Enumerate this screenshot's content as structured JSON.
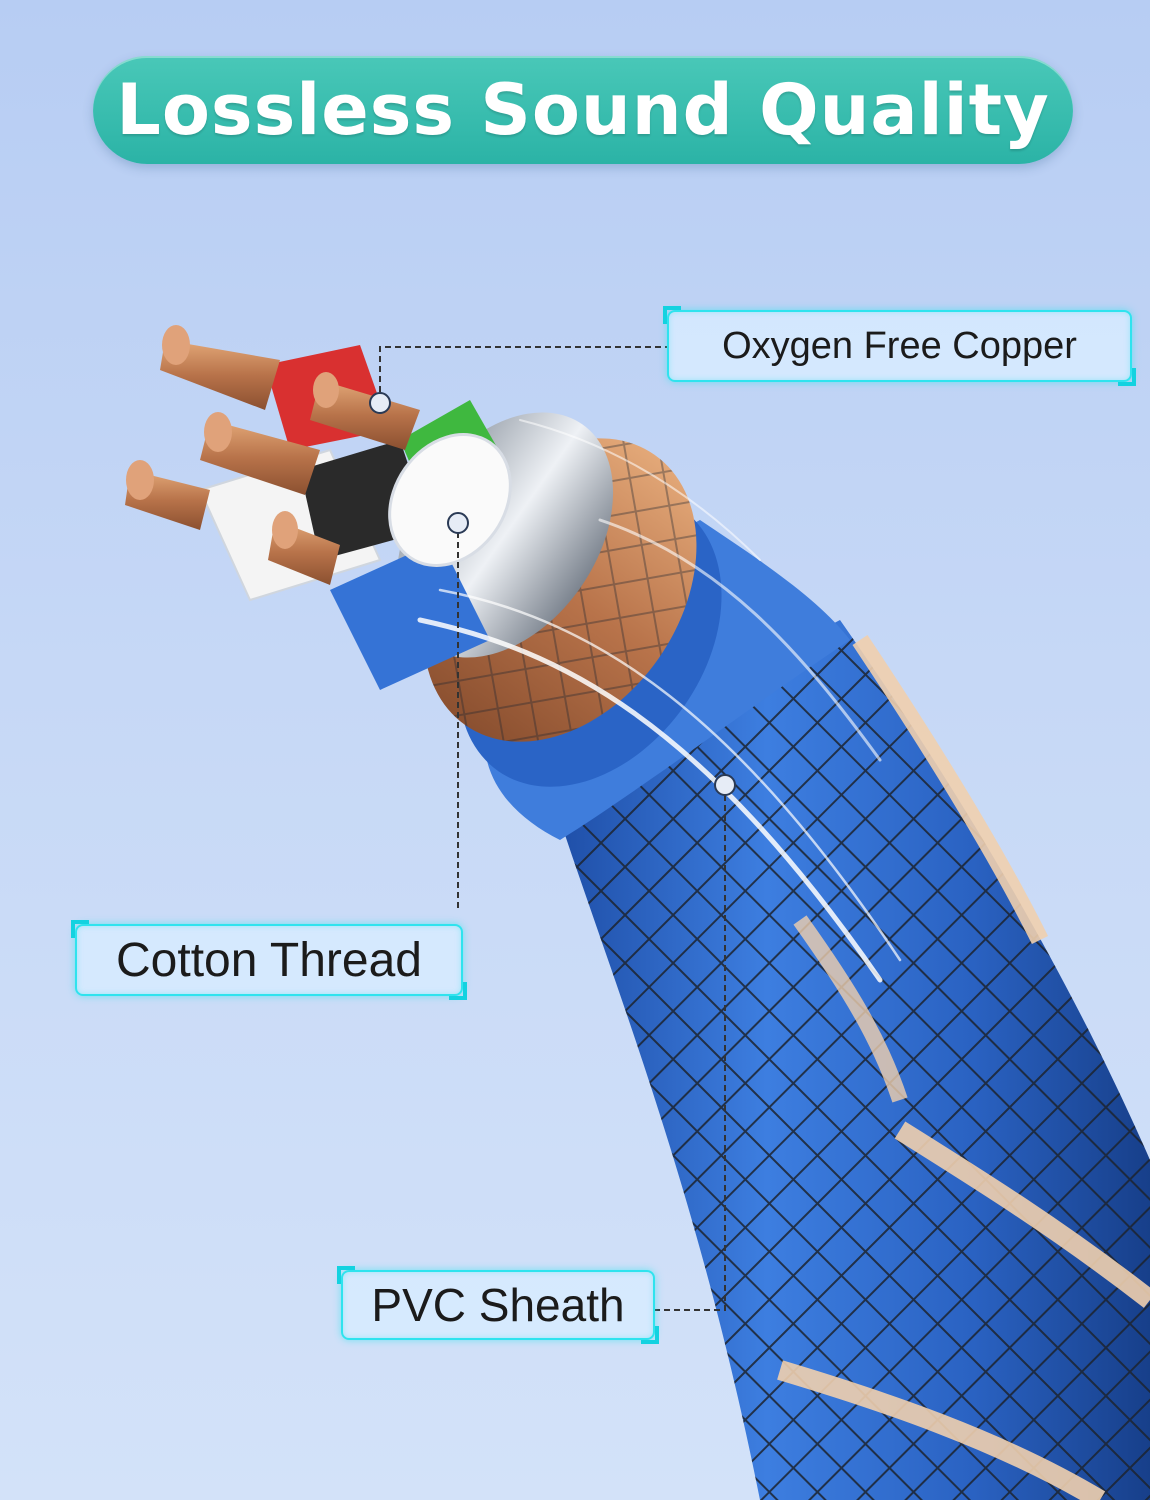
{
  "title": "Lossless Sound Quality",
  "callouts": {
    "oxygen": "Oxygen Free Copper",
    "cotton": "Cotton Thread",
    "pvc": "PVC Sheath"
  },
  "colors": {
    "title_pill": "#2bb3a6",
    "callout_border": "#2fe3ee",
    "cable_blue": "#2f67c9",
    "copper": "#c9875a"
  },
  "wire_colors": [
    "#d8d8d8",
    "#d93030",
    "#3fb83f",
    "#2a2a2a",
    "#f4f4f4",
    "#3573d6"
  ]
}
